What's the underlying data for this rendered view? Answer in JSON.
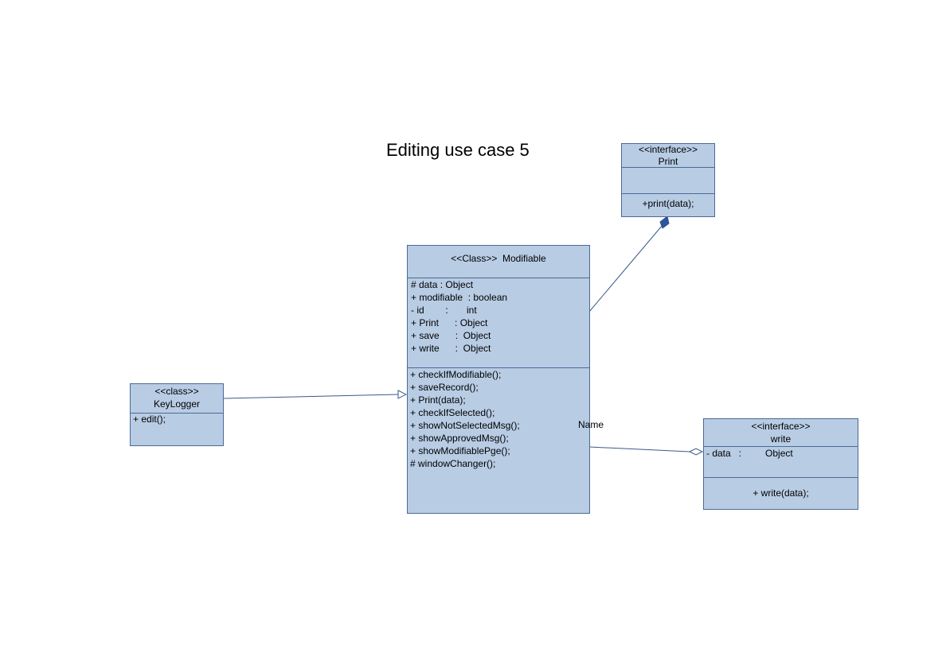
{
  "title": "Editing use case 5",
  "colors": {
    "fill": "#b8cce4",
    "stroke": "#4a6a96",
    "line": "#3a5a8a"
  },
  "print_box": {
    "stereotype": "<<interface>>",
    "name": "Print",
    "operations": [
      "+print(data);"
    ]
  },
  "modifiable_box": {
    "header": "<<Class>>  Modifiable",
    "attributes": [
      "# data : Object",
      "+ modifiable  : boolean",
      "- id        :       int",
      "+ Print      : Object",
      "+ save      :  Object",
      "+ write      :  Object"
    ],
    "operations": [
      "+ checkIfModifiable();",
      "+ saveRecord();",
      "+ Print(data);",
      "+ checkIfSelected();",
      "+ showNotSelectedMsg();",
      "+ showApprovedMsg();",
      "+ showModifiablePge();",
      "# windowChanger();"
    ]
  },
  "keylogger_box": {
    "stereotype": "<<class>>",
    "name": "KeyLogger",
    "operations": [
      "+ edit();"
    ]
  },
  "write_box": {
    "stereotype": "<<interface>>",
    "name": "write",
    "attributes": [
      "- data   :         Object"
    ],
    "operations": [
      "+ write(data);"
    ]
  },
  "association_label": "Name"
}
